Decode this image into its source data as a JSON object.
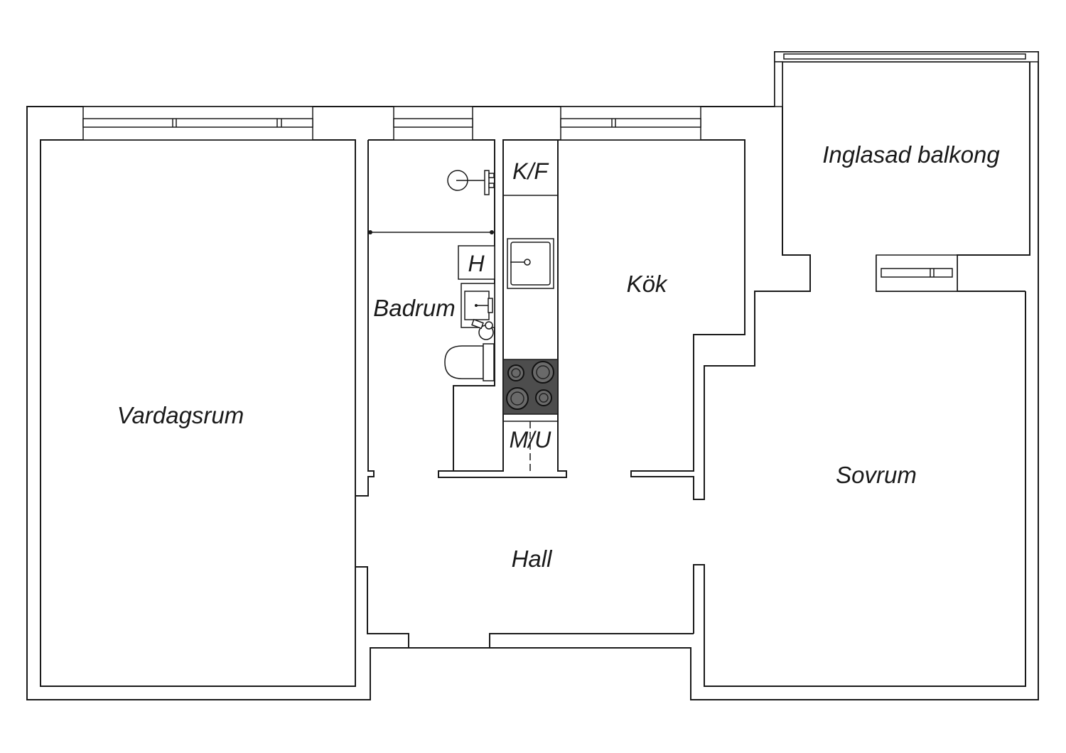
{
  "rooms": {
    "living_room": "Vardagsrum",
    "bathroom": "Badrum",
    "kitchen": "Kök",
    "bedroom": "Sovrum",
    "hall": "Hall",
    "glazed_balcony": "Inglasad balkong"
  },
  "appliances": {
    "fridge_freezer": "K/F",
    "dryer": "H",
    "dishwasher_oven": "M/U"
  },
  "icons": [
    "shower-icon",
    "sink-icon",
    "toilet-icon",
    "kitchen-sink-icon",
    "stove-icon",
    "window-icon",
    "door-opening-icon"
  ]
}
